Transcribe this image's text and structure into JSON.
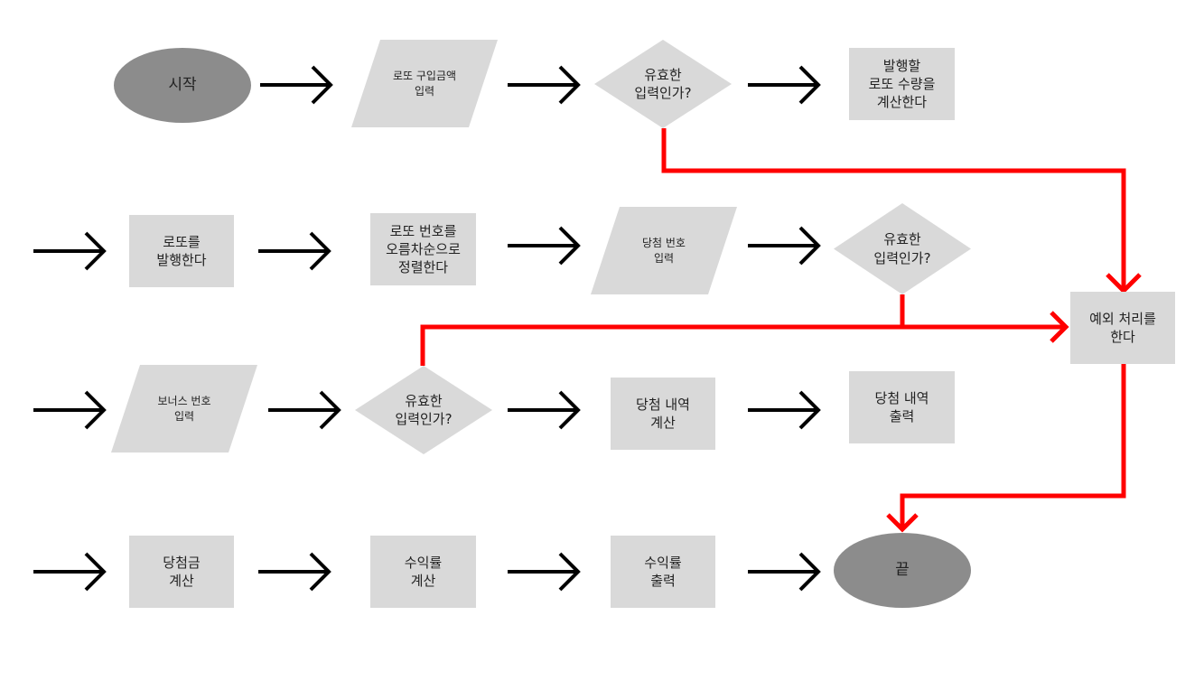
{
  "colors": {
    "shape_fill": "#d9d9d9",
    "terminal_fill": "#8c8c8c",
    "arrow": "#000000",
    "exception_arrow": "#ff0000"
  },
  "nodes": {
    "start": "시작",
    "input_amount": "로또 구입금액\n입력",
    "valid_1": "유효한\n입력인가?",
    "calc_count": "발행할\n로또 수량을\n계산한다",
    "issue_lotto": "로또를\n발행한다",
    "sort_numbers": "로또 번호를\n오름차순으로\n정렬한다",
    "input_winning": "당첨 번호\n입력",
    "valid_2": "유효한\n입력인가?",
    "exception": "예외 처리를\n한다",
    "input_bonus": "보너스 번호\n입력",
    "valid_3": "유효한\n입력인가?",
    "calc_result": "당첨 내역\n계산",
    "print_result": "당첨 내역\n출력",
    "calc_prize": "당첨금\n계산",
    "calc_yield": "수익률\n계산",
    "print_yield": "수익률\n출력",
    "end": "끝"
  }
}
